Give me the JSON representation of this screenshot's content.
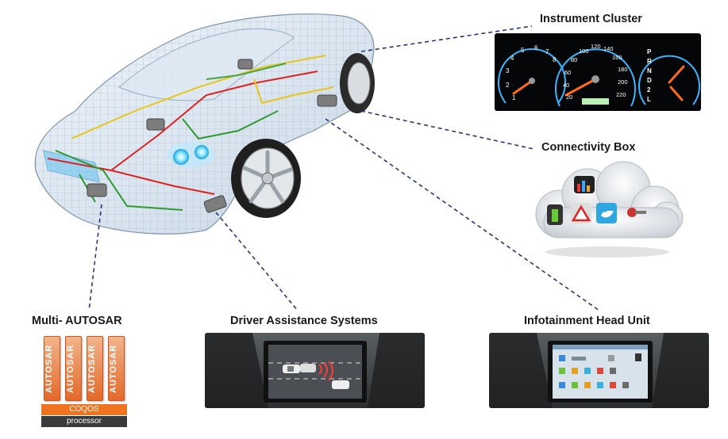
{
  "labels": {
    "instrument_cluster": "Instrument Cluster",
    "connectivity_box": "Connectivity Box",
    "multi_autosar": "Multi- AUTOSAR",
    "driver_assistance": "Driver Assistance Systems",
    "infotainment": "Infotainment Head Unit"
  },
  "autosar_stack": {
    "column_text": "AUTOSAR",
    "coqos": "COQOS",
    "processor": "processor"
  },
  "gauge": {
    "left_ticks": [
      "1",
      "2",
      "3",
      "4",
      "5",
      "6",
      "7",
      "8"
    ],
    "center_ticks": [
      "20",
      "40",
      "60",
      "80",
      "100",
      "120",
      "140",
      "160",
      "180",
      "200",
      "220"
    ],
    "gear_letters": [
      "P",
      "R",
      "N",
      "D",
      "2",
      "L"
    ]
  },
  "colors": {
    "autosar_orange": "#e3692a",
    "coqos_orange": "#f07320",
    "processor_gray": "#3a3a3a",
    "gauge_blue": "#3ab4ff",
    "needle": "#ff6a1a"
  }
}
